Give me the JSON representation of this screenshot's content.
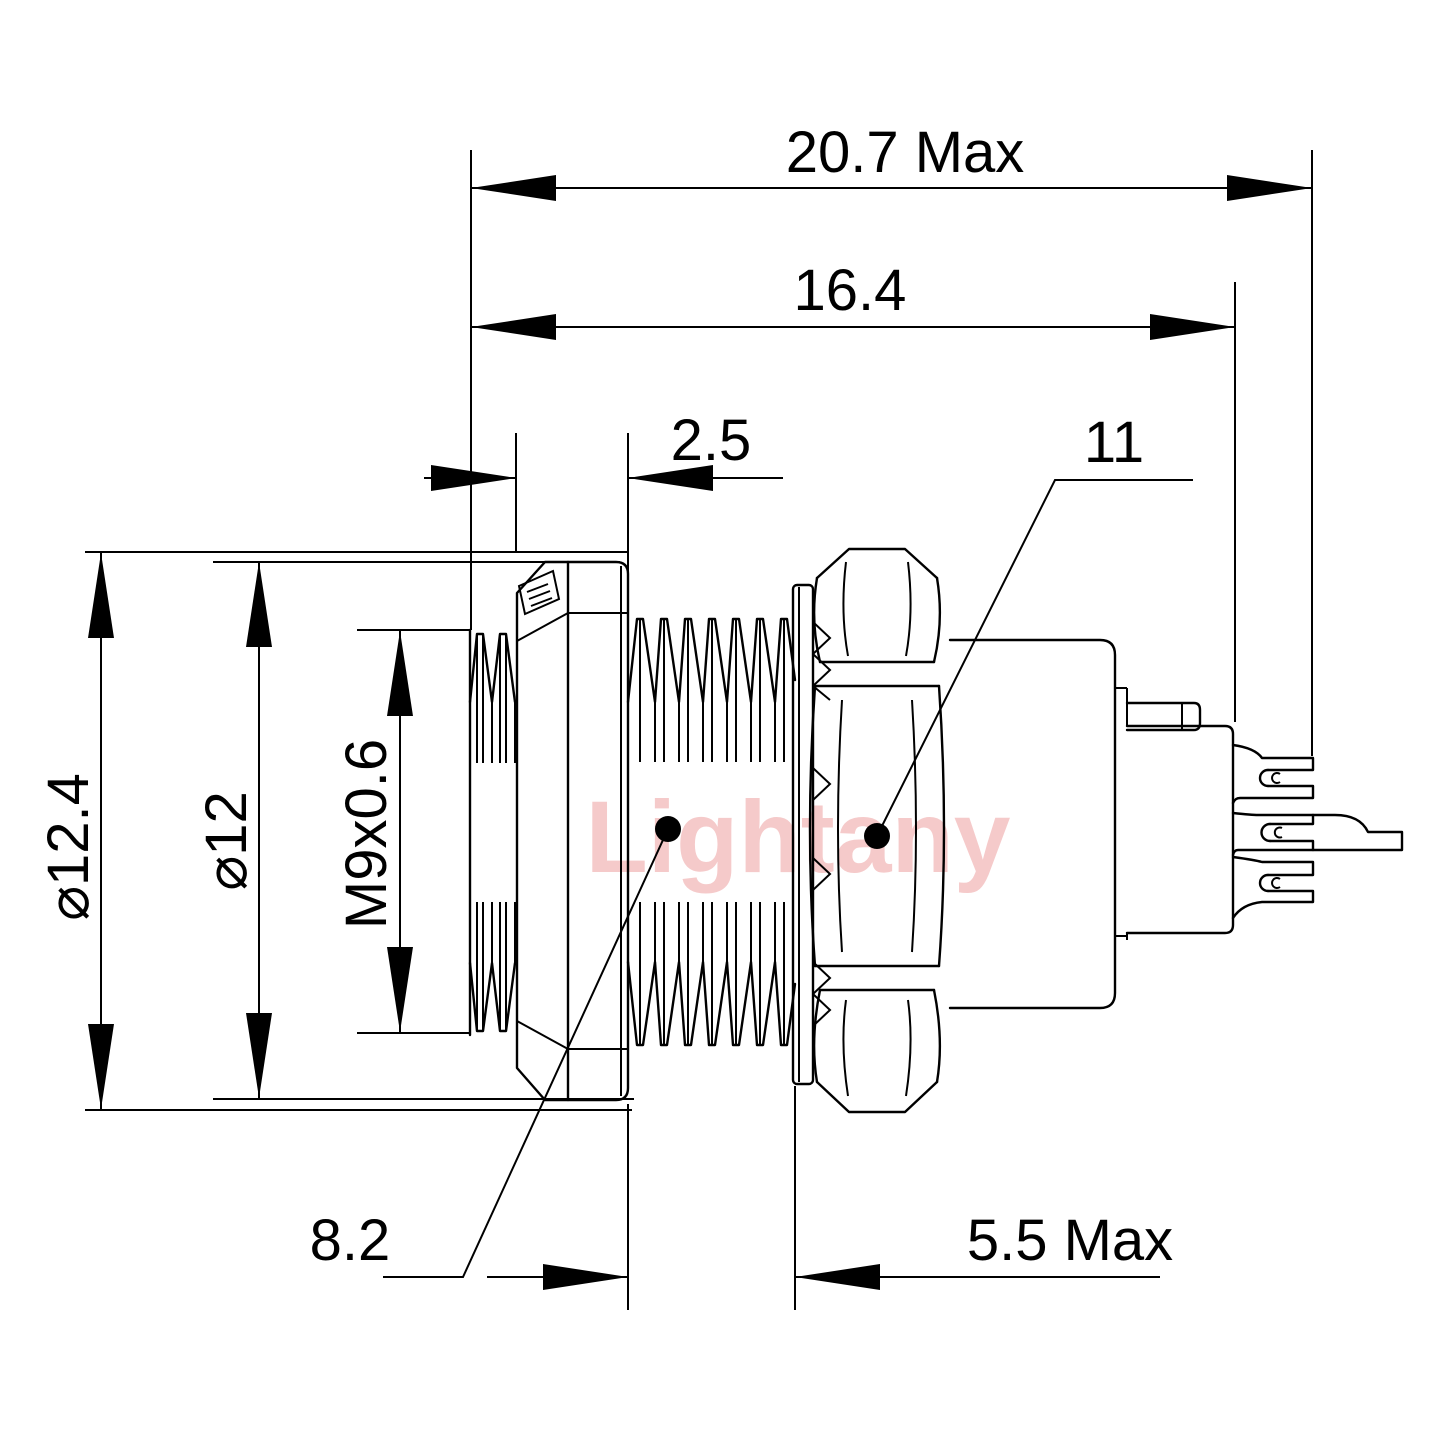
{
  "watermark": {
    "text": "Lightany",
    "color": "#f3bdbd"
  },
  "drawing_title": "connector-panel-mount-side-view",
  "dimensions": {
    "overall_length_max": "20.7 Max",
    "rear_length": "16.4",
    "collar_width": "2.5",
    "nut_across_flats": "11",
    "flange_diameter": "⌀12.4",
    "body_diameter": "⌀12",
    "thread_spec": "M9x0.6",
    "thread_length": "8.2",
    "panel_thickness_max": "5.5 Max"
  },
  "colors": {
    "line": "#000000",
    "background": "#ffffff",
    "watermark": "#f3bdbd"
  }
}
